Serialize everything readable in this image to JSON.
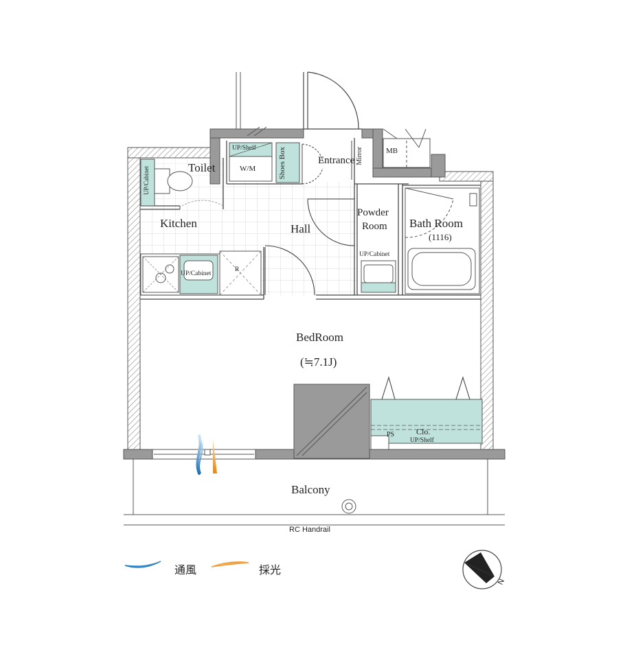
{
  "rooms": {
    "toilet": "Toilet",
    "kitchen": "Kitchen",
    "hall": "Hall",
    "entrance": "Entrance",
    "powder_room_line1": "Powder",
    "powder_room_line2": "Room",
    "bath_room": "Bath Room",
    "bath_size": "(1116)",
    "bedroom": "BedRoom",
    "bedroom_size": "(≒7.1J)",
    "balcony": "Balcony",
    "mb": "MB"
  },
  "fixtures": {
    "up_shelf": "UP/Shelf",
    "wm": "W/M",
    "shoes_box": "Shoes Box",
    "mirror": "Mirror",
    "up_cabinet_toilet": "UP/Cabinet",
    "up_cabinet_kitchen": "UP/Cabinet",
    "up_cabinet_powder": "UP/Cabinet",
    "refrigerator": "R",
    "ps": "PS",
    "closet": "Clo.",
    "closet_shelf": "UP/Shelf",
    "rc_handrail": "RC Handrail"
  },
  "legend": {
    "ventilation": "通風",
    "daylight": "採光"
  },
  "compass": {
    "north_label": "N"
  },
  "colors": {
    "wall": "#9a9a9a",
    "fixture_fill": "#bfe3dc",
    "ventilation": "#2a7fc1",
    "daylight": "#f0a040"
  }
}
